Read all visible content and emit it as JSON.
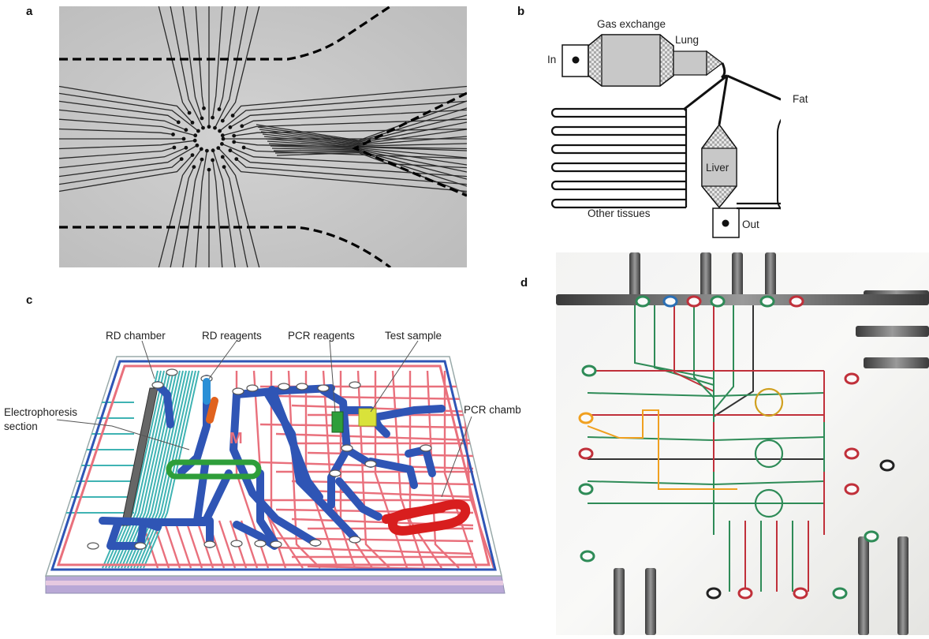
{
  "panels": {
    "a": {
      "label": "a"
    },
    "b": {
      "label": "b",
      "gas_exchange": "Gas exchange",
      "lung": "Lung",
      "in": "In",
      "fat": "Fat",
      "liver": "Liver",
      "other_tissues": "Other tissues",
      "out": "Out"
    },
    "c": {
      "label": "c",
      "rd_chamber": "RD chamber",
      "rd_reagents": "RD reagents",
      "pcr_reagents": "PCR reagents",
      "test_sample": "Test sample",
      "electrophoresis_line1": "Electrophoresis",
      "electrophoresis_line2": "section",
      "pcr_chamber": "PCR chamber",
      "logo_letter": "M"
    },
    "d": {
      "label": "d"
    }
  },
  "colors": {
    "micrograph_bg": "#c9c9c9",
    "trace_dark": "#2a2a2a",
    "channel_blue": "#2f55b5",
    "trace_red": "#e9707c",
    "trace_teal": "#3fb3b3",
    "chamber_green": "#2e9e3a",
    "reagent_orange": "#e0621e",
    "reagent_lightblue": "#2a8fd6",
    "sample_yellow": "#d9e23a",
    "pcr_red": "#d81e1e",
    "photo_green": "#2e8b57",
    "photo_red": "#c0303a",
    "photo_orange": "#f0a020"
  }
}
